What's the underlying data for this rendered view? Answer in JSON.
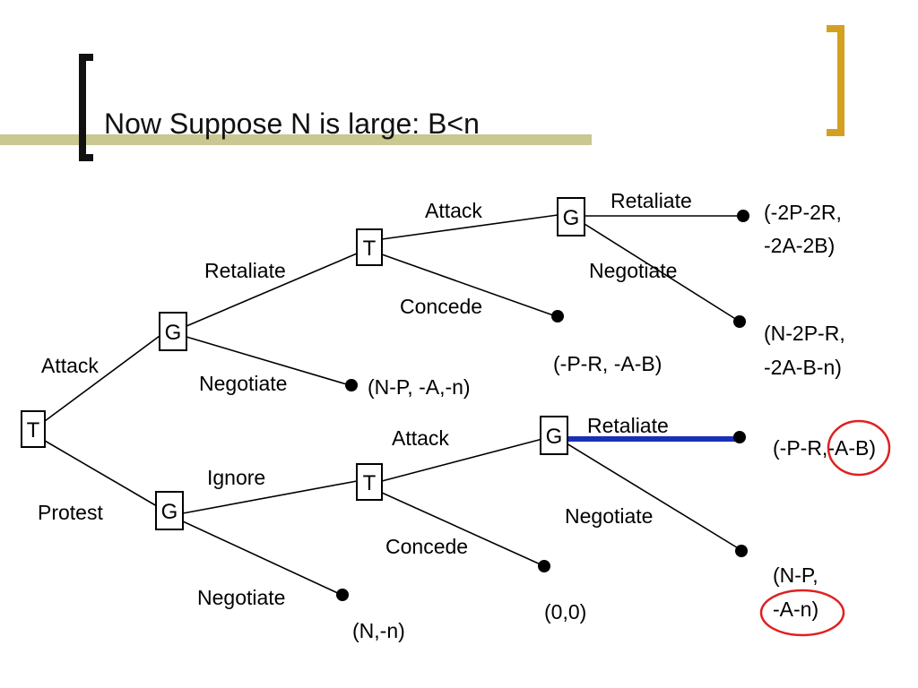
{
  "slide": {
    "title": "Now Suppose N is large: B<n"
  },
  "nodes": {
    "root": "T",
    "g_upper": "G",
    "t_upper": "T",
    "g_top": "G",
    "g_lower": "G",
    "t_lower": "T",
    "g_mid": "G"
  },
  "branch_labels": {
    "attack_root": "Attack",
    "protest_root": "Protest",
    "retaliate_g_upper": "Retaliate",
    "negotiate_g_upper": "Negotiate",
    "attack_t_upper": "Attack",
    "concede_t_upper": "Concede",
    "retaliate_g_top": "Retaliate",
    "negotiate_g_top": "Negotiate",
    "ignore_g_lower": "Ignore",
    "negotiate_g_lower": "Negotiate",
    "attack_t_lower": "Attack",
    "concede_t_lower": "Concede",
    "retaliate_g_mid": "Retaliate",
    "negotiate_g_mid": "Negotiate"
  },
  "payoffs": {
    "top_retaliate": [
      "(-2P-2R,",
      "-2A-2B)"
    ],
    "top_negotiate": [
      "(N-2P-R,",
      "-2A-B-n)"
    ],
    "upper_concede": "(-P-R, -A-B)",
    "upper_negotiate": "(N-P, -A,-n)",
    "mid_retaliate": "(-P-R,-A-B)",
    "mid_negotiate": [
      "(N-P,",
      "-A-n)"
    ],
    "lower_concede": "(0,0)",
    "lower_negotiate": "(N,-n)"
  },
  "colors": {
    "highlight_line": "#1a2fb8",
    "highlight_circle": "#e02020",
    "title_bracket_right": "#d4a020",
    "accent_bar": "#c8c890"
  }
}
